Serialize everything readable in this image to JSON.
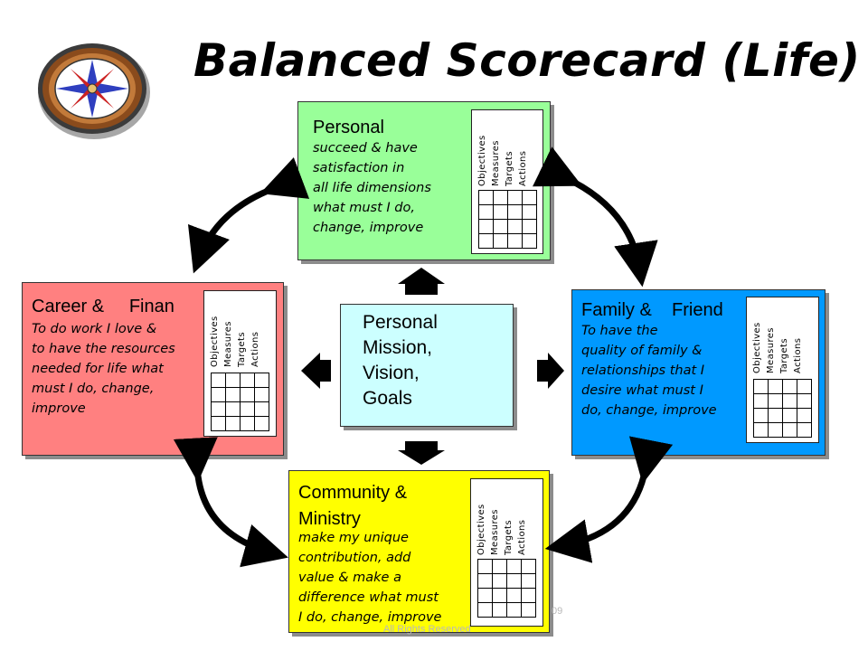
{
  "title": "Balanced Scorecard (Life)",
  "center": {
    "lines": [
      "Personal",
      "Mission,",
      "Vision,",
      "Goals"
    ]
  },
  "quadrants": {
    "personal": {
      "title": "Personal",
      "desc": [
        "succeed & have",
        "satisfaction in",
        "all life dimensions",
        "what must I do,",
        "change, improve"
      ],
      "color": "#99ff99"
    },
    "career": {
      "title": "Career &     Finan",
      "desc": [
        "To do work I love &",
        "to have the resources",
        "needed for life what",
        "must I do, change,",
        "improve"
      ],
      "color": "#ff8080"
    },
    "family": {
      "title": "Family &    Friend",
      "desc": [
        "To have the",
        "quality of family &",
        "relationships that I",
        "desire what must I",
        "do, change, improve"
      ],
      "color": "#0099ff"
    },
    "community": {
      "title_lines": [
        "Community &",
        "Ministry"
      ],
      "desc": [
        "make my unique",
        "contribution, add",
        "value & make a",
        "difference what must",
        "I do, change, improve"
      ],
      "color": "#ffff00"
    }
  },
  "scorecard_labels": [
    "Objectives",
    "Measures",
    "Targets",
    "Actions"
  ],
  "footer": {
    "page_fragment": "09",
    "rights": "All Rights Reserved"
  },
  "icons": [
    "compass-icon",
    "cycle-arrow-icon",
    "block-arrow-icon"
  ]
}
